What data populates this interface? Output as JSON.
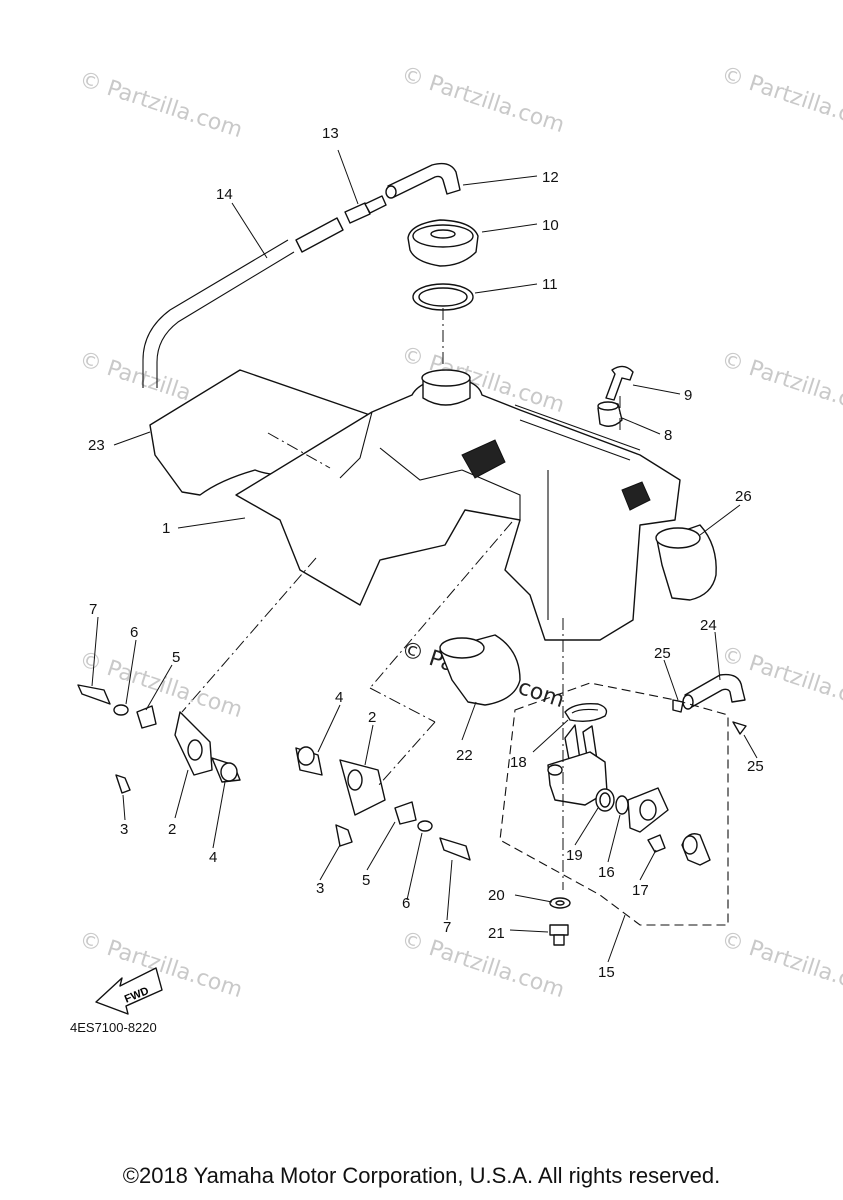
{
  "watermark": "© Partzilla.com",
  "callouts": {
    "n1": "1",
    "n2a": "2",
    "n2b": "2",
    "n3a": "3",
    "n3b": "3",
    "n4a": "4",
    "n4b": "4",
    "n5a": "5",
    "n5b": "5",
    "n6a": "6",
    "n6b": "6",
    "n7a": "7",
    "n7b": "7",
    "n8": "8",
    "n9": "9",
    "n10": "10",
    "n11": "11",
    "n12": "12",
    "n13": "13",
    "n14": "14",
    "n15": "15",
    "n16": "16",
    "n17": "17",
    "n18": "18",
    "n19": "19",
    "n20": "20",
    "n21": "21",
    "n22": "22",
    "n23": "23",
    "n24": "24",
    "n25a": "25",
    "n25b": "25",
    "n26": "26"
  },
  "fwd_label": "FWD",
  "diagram_code": "4ES7100-8220",
  "copyright": "©2018 Yamaha Motor Corporation, U.S.A. All rights reserved."
}
